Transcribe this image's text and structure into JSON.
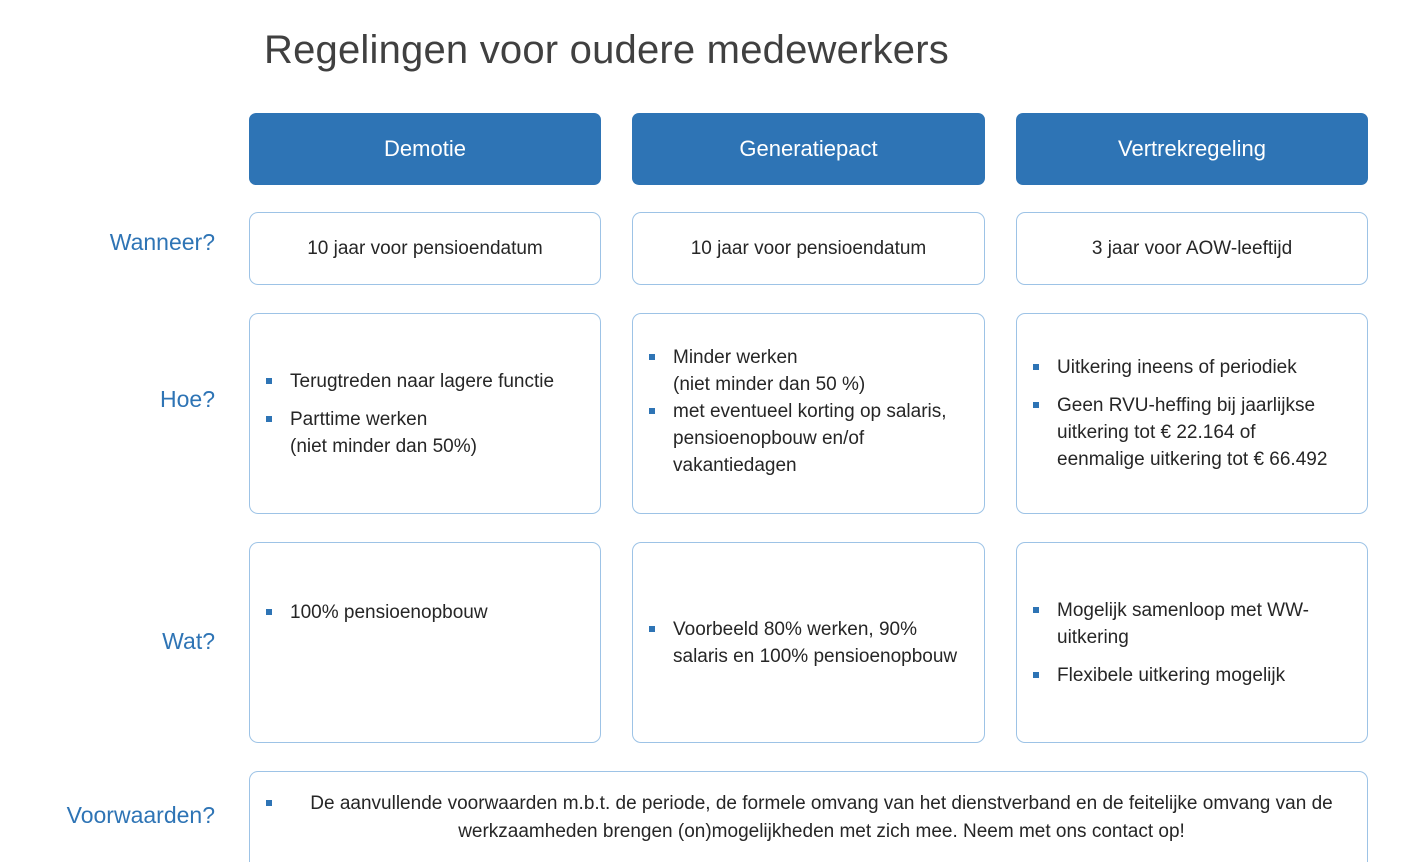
{
  "title": "Regelingen voor oudere medewerkers",
  "columns": [
    "Demotie",
    "Generatiepact",
    "Vertrekregeling"
  ],
  "row_labels": {
    "wanneer": "Wanneer?",
    "hoe": "Hoe?",
    "wat": "Wat?",
    "voorwaarden": "Voorwaarden?"
  },
  "wanneer": [
    "10 jaar voor pensioendatum",
    "10 jaar voor pensioendatum",
    "3 jaar voor AOW-leeftijd"
  ],
  "hoe": {
    "demotie": [
      "Terugtreden naar lagere functie",
      "Parttime werken\n(niet minder dan 50%)"
    ],
    "generatiepact": [
      "Minder werken\n(niet minder dan 50 %)",
      "met eventueel korting op salaris, pensioenopbouw en/of vakantiedagen"
    ],
    "vertrekregeling": [
      "Uitkering ineens of periodiek",
      "Geen RVU-heffing bij jaarlijkse uitkering tot € 22.164 of eenmalige uitkering tot € 66.492"
    ]
  },
  "wat": {
    "demotie": [
      "100% pensioenopbouw"
    ],
    "generatiepact": [
      "Voorbeeld 80% werken, 90% salaris en 100% pensioenopbouw"
    ],
    "vertrekregeling": [
      "Mogelijk samenloop met WW-uitkering",
      "Flexibele uitkering mogelijk"
    ]
  },
  "voorwaarden": "De aanvullende voorwaarden m.b.t. de periode, de formele omvang van het dienstverband en de feitelijke omvang van de werkzaamheden brengen (on)mogelijkheden met zich mee. Neem met ons contact op!",
  "colors": {
    "accent": "#2e74b5",
    "border": "#9dc3e6",
    "text": "#262626"
  }
}
